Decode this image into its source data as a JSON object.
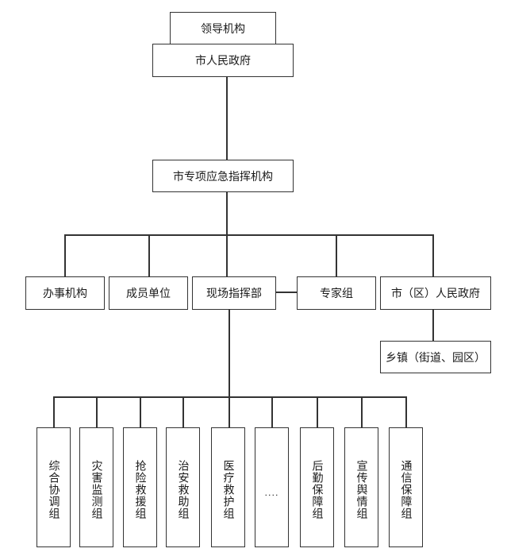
{
  "chart": {
    "top": {
      "label": "领导机构"
    },
    "gov": {
      "label": "市人民政府"
    },
    "command": {
      "label": "市专项应急指挥机构"
    },
    "level2": [
      {
        "label": "办事机构"
      },
      {
        "label": "成员单位"
      },
      {
        "label": "现场指挥部"
      },
      {
        "label": "专家组"
      },
      {
        "label": "市（区）人民政府"
      }
    ],
    "township": {
      "label": "乡镇（街道、园区）"
    },
    "groups": [
      {
        "label": "综合协调组"
      },
      {
        "label": "灾害监测组"
      },
      {
        "label": "抢险救援组"
      },
      {
        "label": "治安救助组"
      },
      {
        "label": "医疗救护组"
      },
      {
        "label": "····"
      },
      {
        "label": "后勤保障组"
      },
      {
        "label": "宣传舆情组"
      },
      {
        "label": "通信保障组"
      }
    ]
  }
}
